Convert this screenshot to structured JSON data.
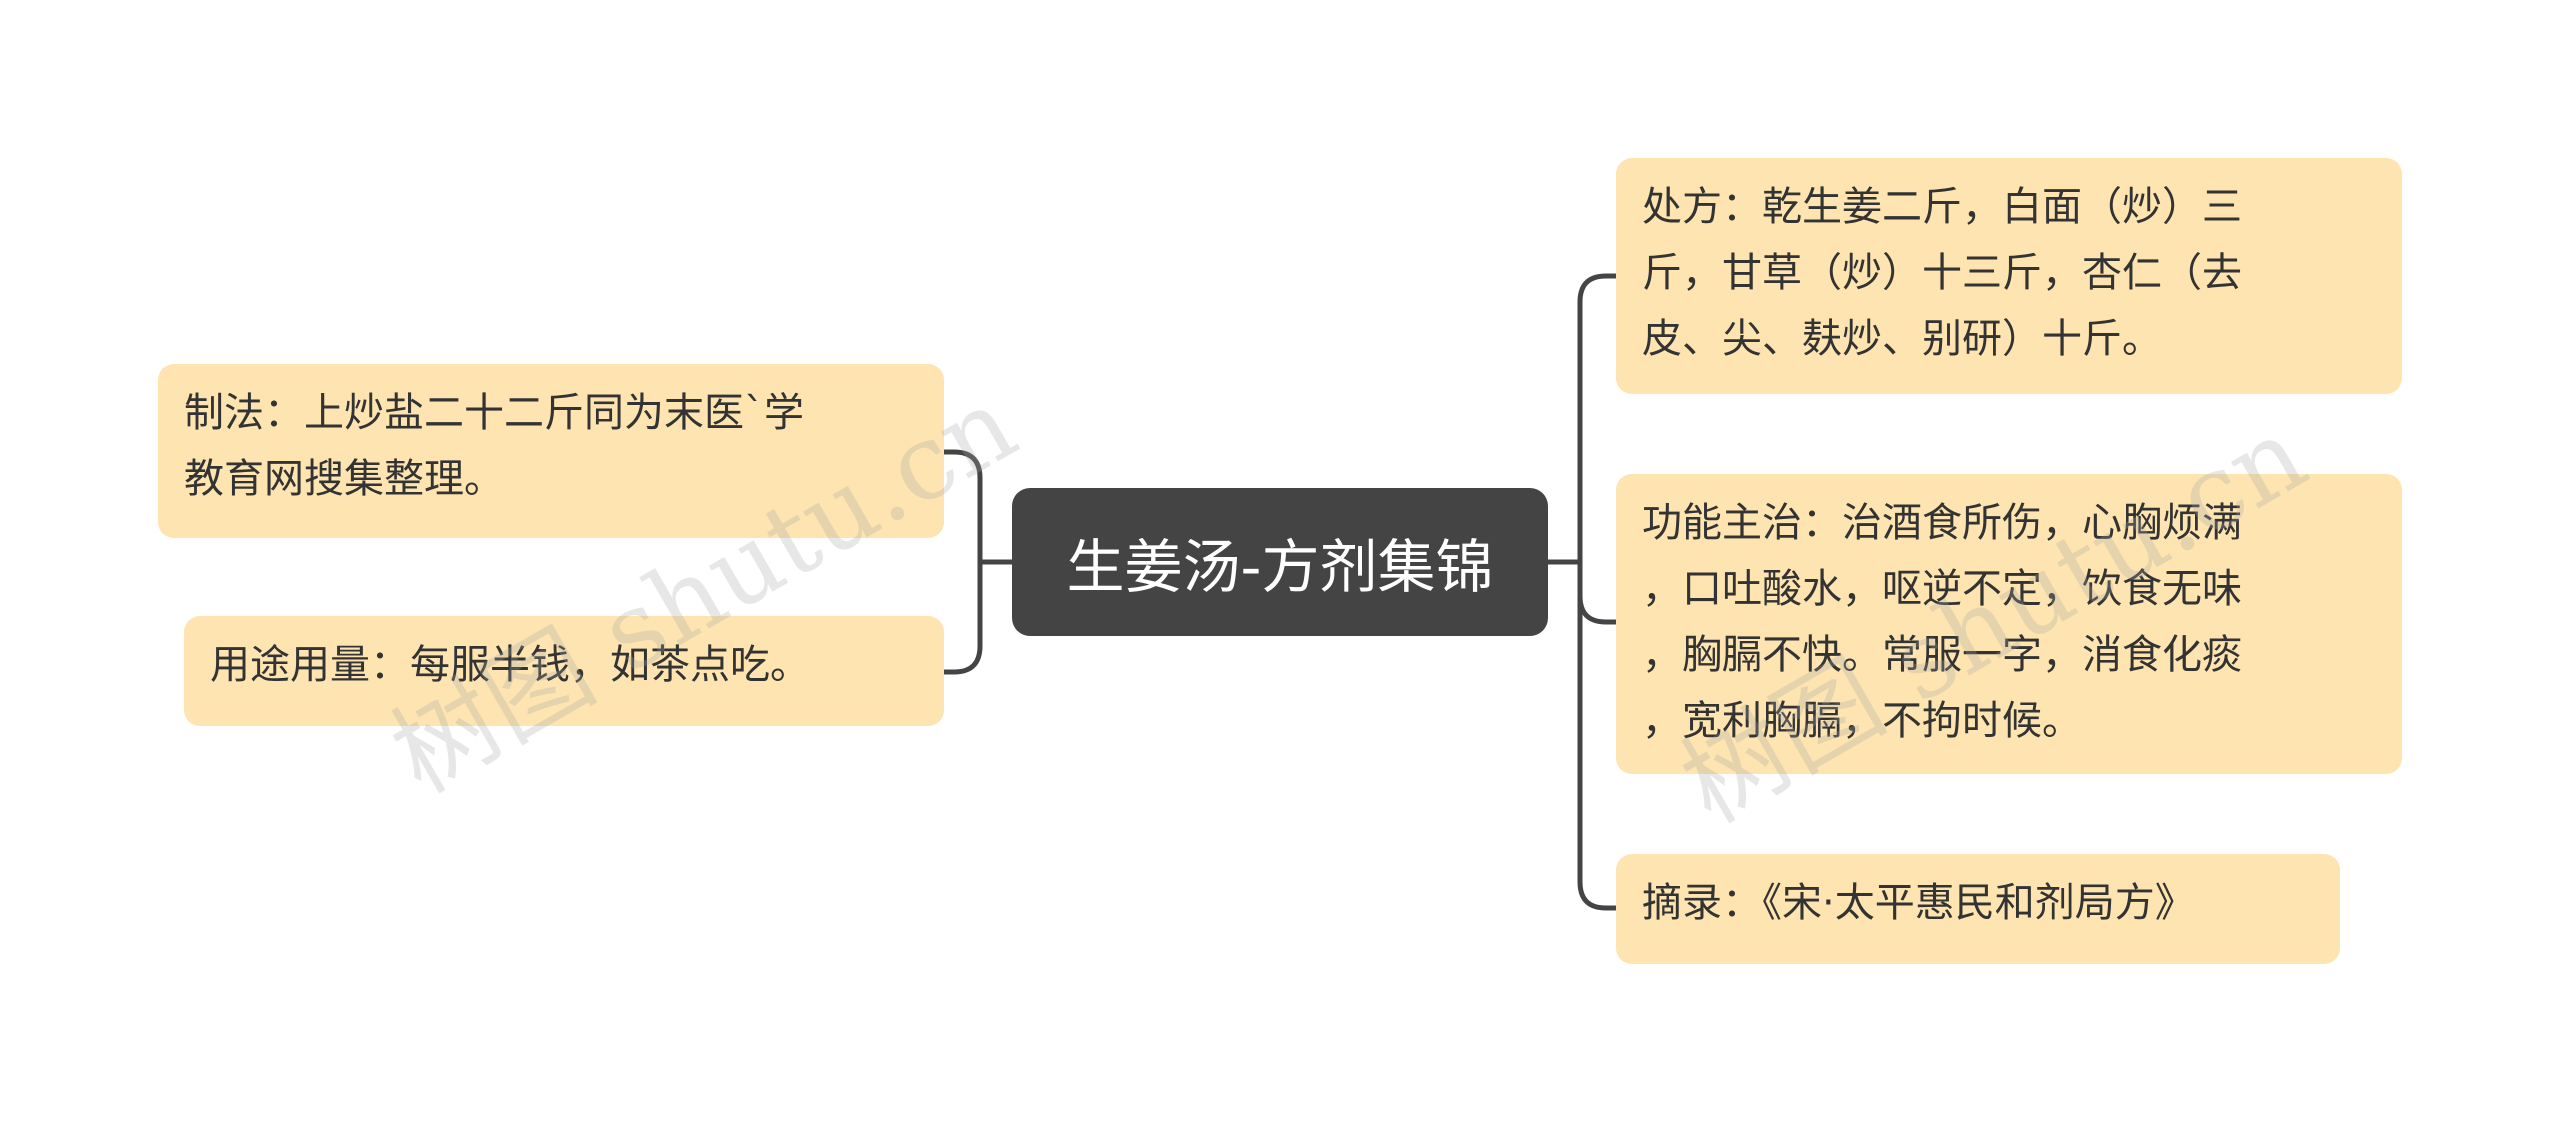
{
  "root": {
    "title": "生姜汤-方剂集锦"
  },
  "left": [
    {
      "key": "zhifa",
      "lines": [
        "制法：上炒盐二十二斤同为末医`学",
        "教育网搜集整理。"
      ]
    },
    {
      "key": "yongtu",
      "lines": [
        "用途用量：每服半钱，如茶点吃。"
      ]
    }
  ],
  "right": [
    {
      "key": "chufang",
      "lines": [
        "处方：乾生姜二斤，白面（炒）三",
        "斤，甘草（炒）十三斤，杏仁（去",
        "皮、尖、麸炒、别研）十斤。"
      ]
    },
    {
      "key": "gongneng",
      "lines": [
        "功能主治：治酒食所伤，心胸烦满",
        "，口吐酸水，呕逆不定，饮食无味",
        "，胸膈不快。常服一字，消食化痰",
        "，宽利胸膈，不拘时候。"
      ]
    },
    {
      "key": "zhailu",
      "lines": [
        "摘录：《宋·太平惠民和剂局方》"
      ]
    }
  ],
  "watermark": "树图 shutu.cn",
  "colors": {
    "root_bg": "#444444",
    "leaf_bg": "#fde4b0",
    "line": "#444444",
    "text": "#333333"
  }
}
